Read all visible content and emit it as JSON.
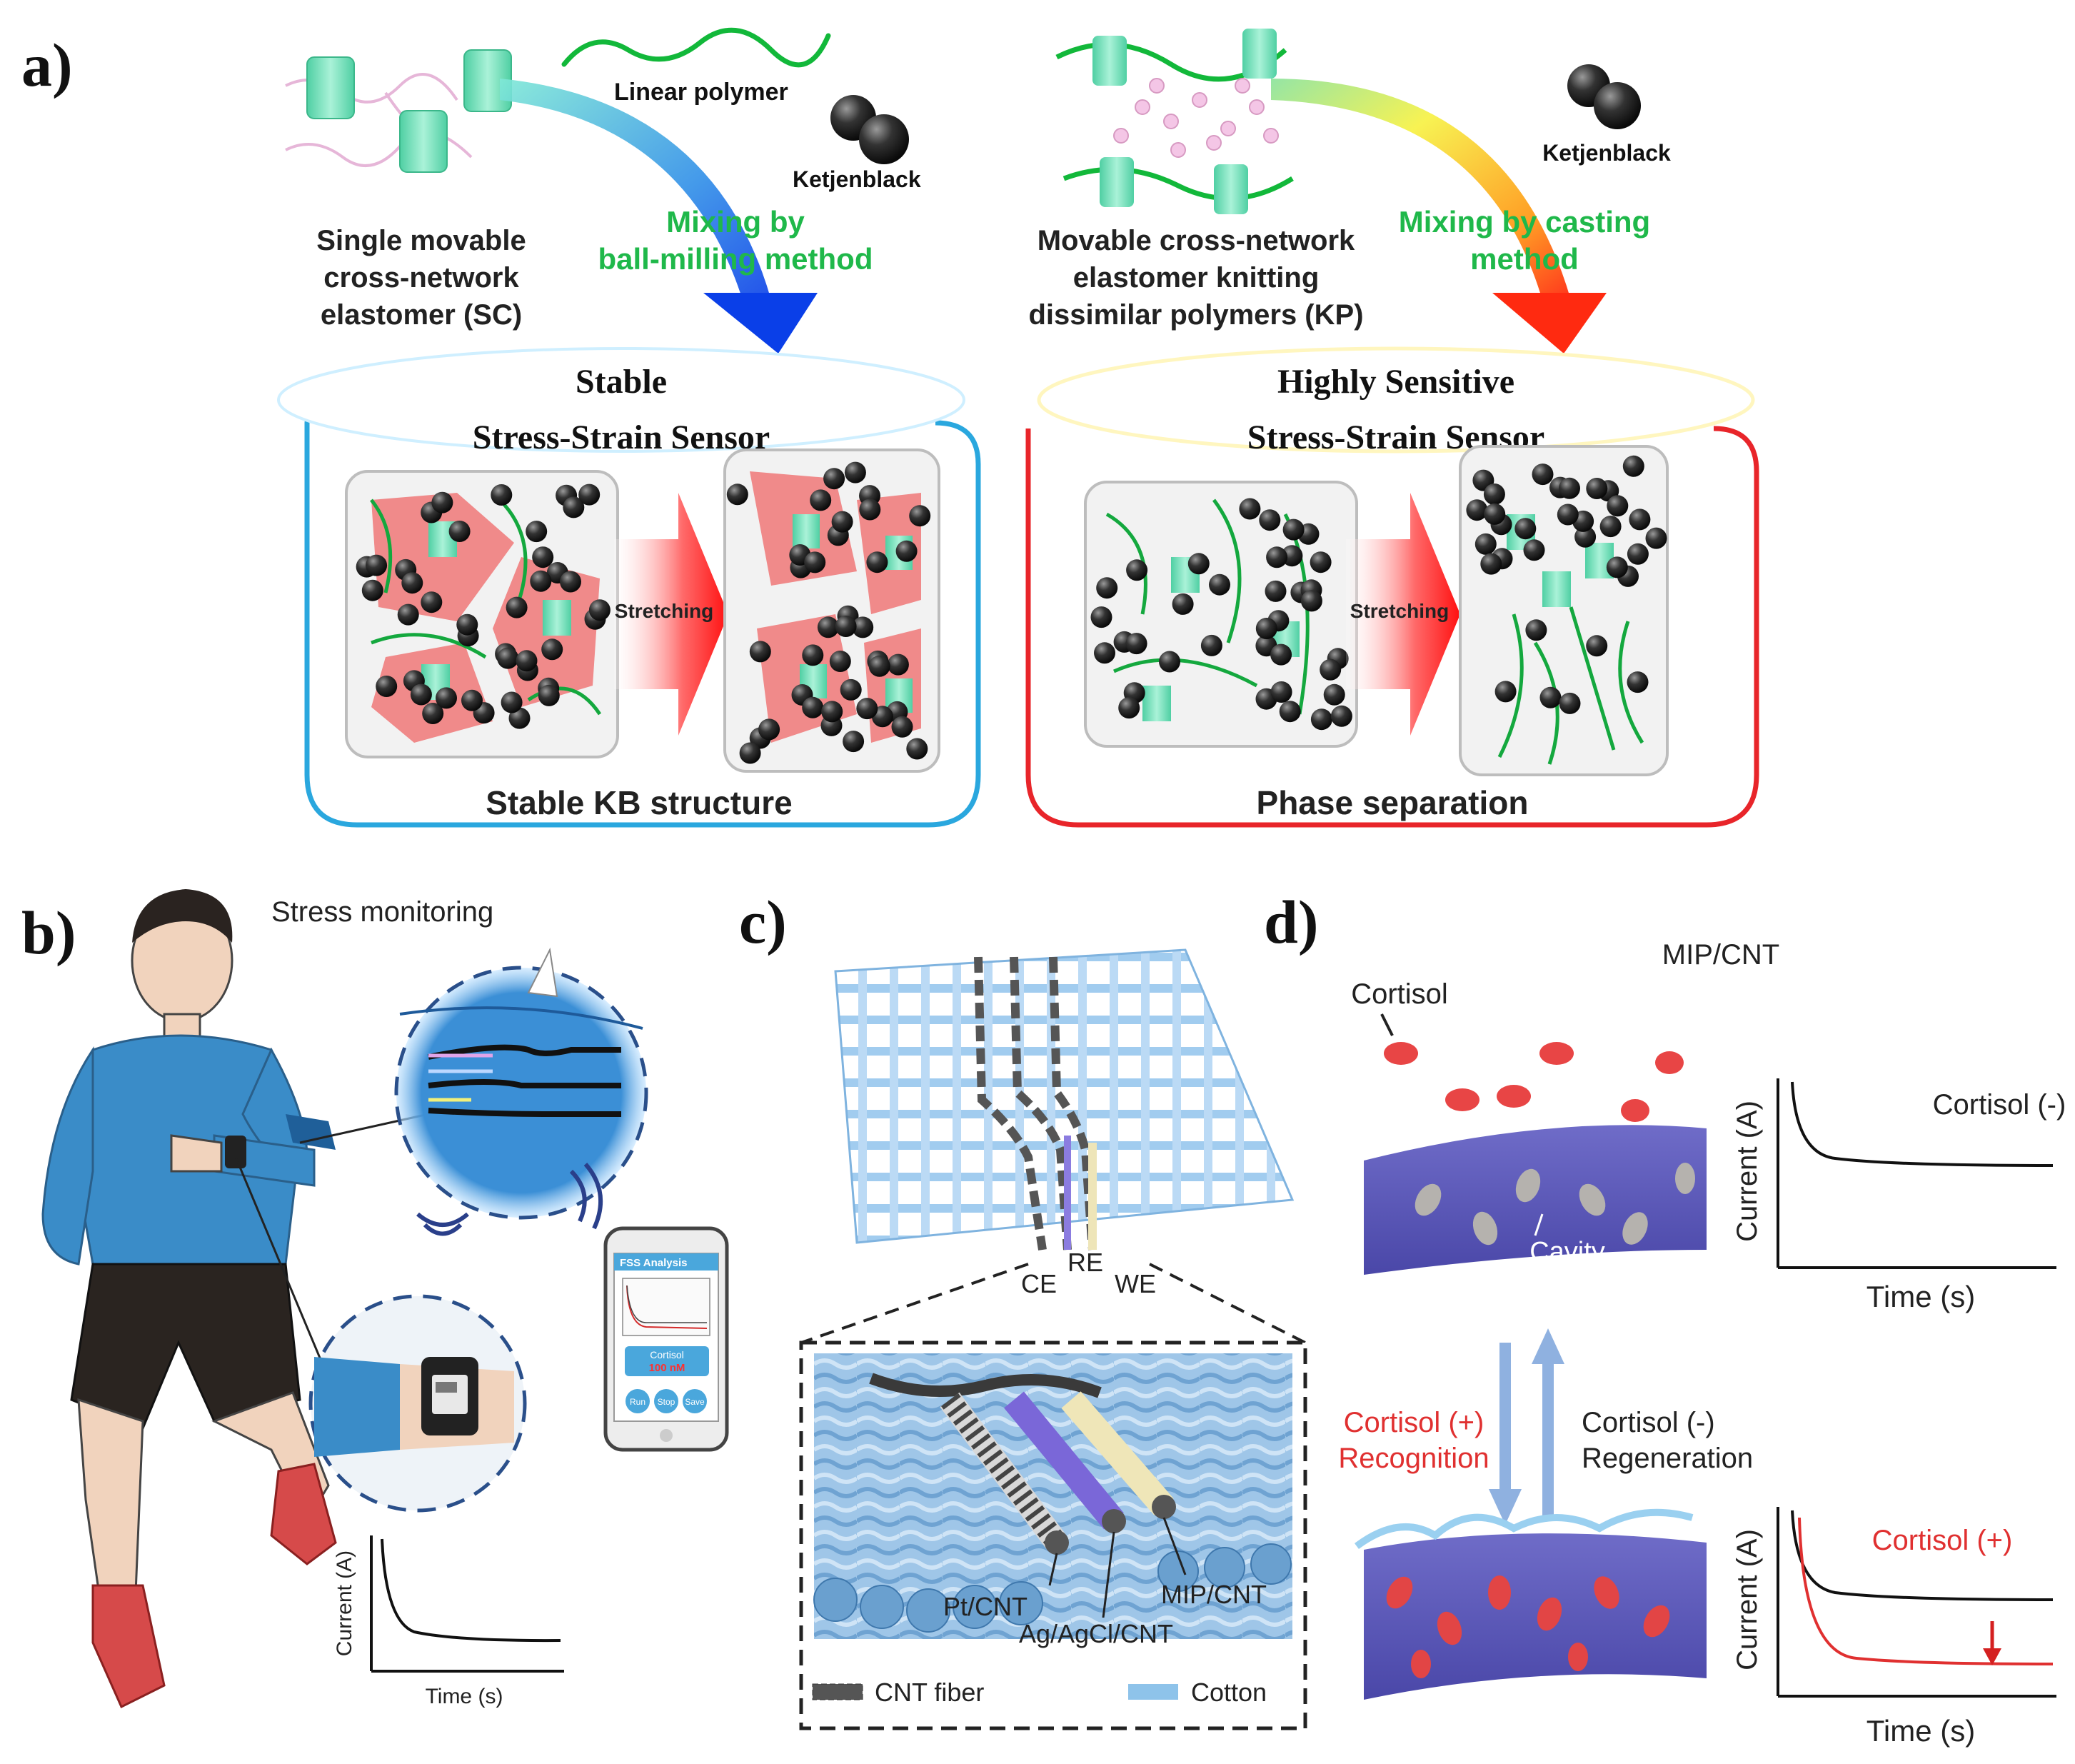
{
  "panel_labels": {
    "a": "a)",
    "b": "b)",
    "c": "c)",
    "d": "d)"
  },
  "colors": {
    "blue_frame": "#2aa7de",
    "red_frame": "#e8252a",
    "green_text": "#1fb84a",
    "cortisol_red": "#e03030",
    "cotton_blue": "#8ec3ea",
    "arrow_blue": "#8fb1e0",
    "mip_purple": "#5d58b8",
    "carbon_black": "#2b2b2b",
    "cyclodextrin": "#6fe0b8",
    "sweater_blue": "#3a8cc8"
  },
  "panel_a": {
    "left": {
      "polymer_label": "Linear polymer",
      "carbon_label": "Ketjenblack",
      "elastomer_label": [
        "Single movable",
        "cross-network",
        "elastomer (SC)"
      ],
      "mixing_label": [
        "Mixing by",
        "ball-milling method"
      ],
      "sensor_title": [
        "Stable",
        "Stress-Strain  Sensor"
      ],
      "stretch_label": "Stretching",
      "footer": "Stable KB structure"
    },
    "right": {
      "carbon_label": "Ketjenblack",
      "elastomer_label": [
        "Movable cross-network",
        "elastomer knitting",
        "dissimilar polymers (KP)"
      ],
      "mixing_label": [
        "Mixing by casting",
        "method"
      ],
      "sensor_title": [
        "Highly Sensitive",
        "Stress-Strain Sensor"
      ],
      "stretch_label": "Stretching",
      "footer": "Phase separation"
    }
  },
  "panel_b": {
    "title": "Stress monitoring",
    "app_header": "FSS Analysis",
    "app_value_label": "Cortisol",
    "app_value": "100 nM",
    "app_buttons": [
      "Run",
      "Stop",
      "Save"
    ],
    "plot": {
      "ylabel": "Current (A)",
      "xlabel": "Time (s)"
    }
  },
  "panel_c": {
    "electrodes": [
      "CE",
      "RE",
      "WE"
    ],
    "fiber_labels": [
      "Pt/CNT",
      "Ag/AgCl/CNT",
      "MIP/CNT"
    ],
    "legend": [
      {
        "label": "CNT fiber"
      },
      {
        "label": "Cotton"
      }
    ]
  },
  "panel_d": {
    "top_label": "MIP/CNT",
    "cortisol_label": "Cortisol",
    "cavity_label": "Cavity",
    "recognition": [
      "Cortisol  (+)",
      "Recognition"
    ],
    "regeneration": [
      "Cortisol  (-)",
      "Regeneration"
    ],
    "plot_top": {
      "ylabel": "Current (A)",
      "xlabel": "Time (s)",
      "legend": "Cortisol  (-)"
    },
    "plot_bottom": {
      "ylabel": "Current (A)",
      "xlabel": "Time (s)",
      "legend": "Cortisol  (+)"
    }
  }
}
